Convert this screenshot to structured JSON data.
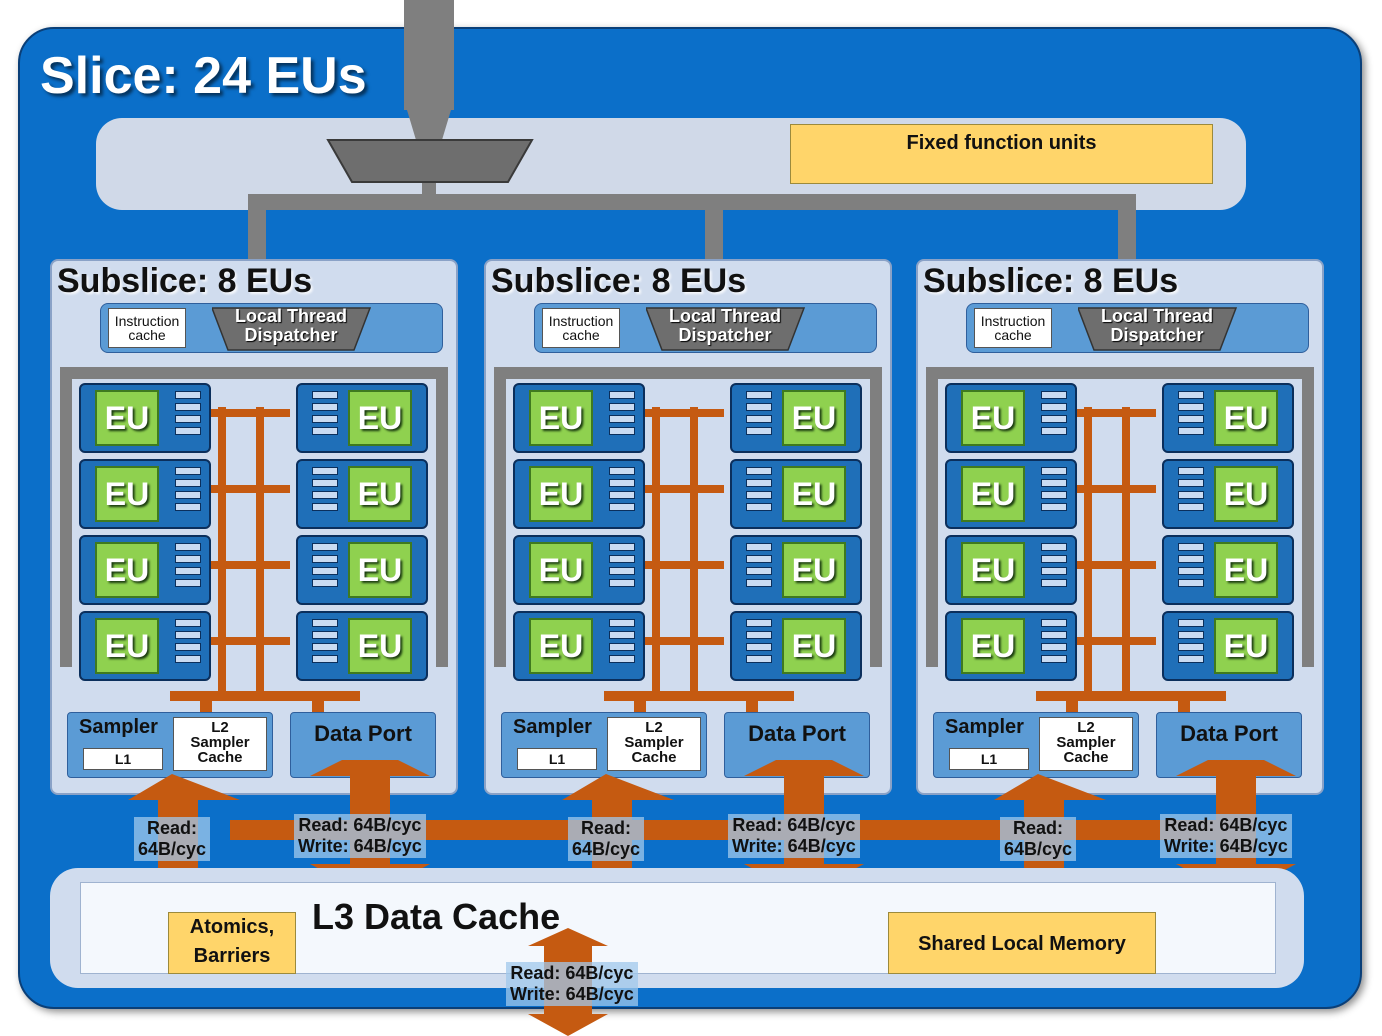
{
  "slice": {
    "title": "Slice: 24 EUs"
  },
  "fixed_function": {
    "label": "Fixed function units"
  },
  "subslices": [
    {
      "title": "Subslice: 8 EUs",
      "icache": [
        "Instruction",
        "cache"
      ],
      "ltd": [
        "Local Thread",
        "Dispatcher"
      ],
      "sampler": "Sampler",
      "l1": "L1",
      "l2": [
        "L2",
        "Sampler",
        "Cache"
      ],
      "dataport": "Data Port",
      "eu_label": "EU",
      "sampler_bw": [
        "Read:",
        "64B/cyc"
      ],
      "dataport_bw": [
        "Read: 64B/cyc",
        "Write: 64B/cyc"
      ]
    },
    {
      "title": "Subslice: 8 EUs",
      "icache": [
        "Instruction",
        "cache"
      ],
      "ltd": [
        "Local Thread",
        "Dispatcher"
      ],
      "sampler": "Sampler",
      "l1": "L1",
      "l2": [
        "L2",
        "Sampler",
        "Cache"
      ],
      "dataport": "Data Port",
      "eu_label": "EU",
      "sampler_bw": [
        "Read:",
        "64B/cyc"
      ],
      "dataport_bw": [
        "Read: 64B/cyc",
        "Write: 64B/cyc"
      ]
    },
    {
      "title": "Subslice: 8 EUs",
      "icache": [
        "Instruction",
        "cache"
      ],
      "ltd": [
        "Local Thread",
        "Dispatcher"
      ],
      "sampler": "Sampler",
      "l1": "L1",
      "l2": [
        "L2",
        "Sampler",
        "Cache"
      ],
      "dataport": "Data Port",
      "eu_label": "EU",
      "sampler_bw": [
        "Read:",
        "64B/cyc"
      ],
      "dataport_bw": [
        "Read: 64B/cyc",
        "Write: 64B/cyc"
      ]
    }
  ],
  "l3": {
    "title": "L3 Data Cache",
    "atomics": [
      "Atomics,",
      "Barriers"
    ],
    "slm": "Shared Local Memory",
    "bw": [
      "Read: 64B/cyc",
      "Write: 64B/cyc"
    ]
  },
  "colors": {
    "slice_blue": "#0b6fc9",
    "eu_green": "#8fd14f",
    "bus_orange": "#c55a11",
    "dispatch_gray": "#7f7f7f",
    "highlight_yellow": "#ffd56a"
  }
}
